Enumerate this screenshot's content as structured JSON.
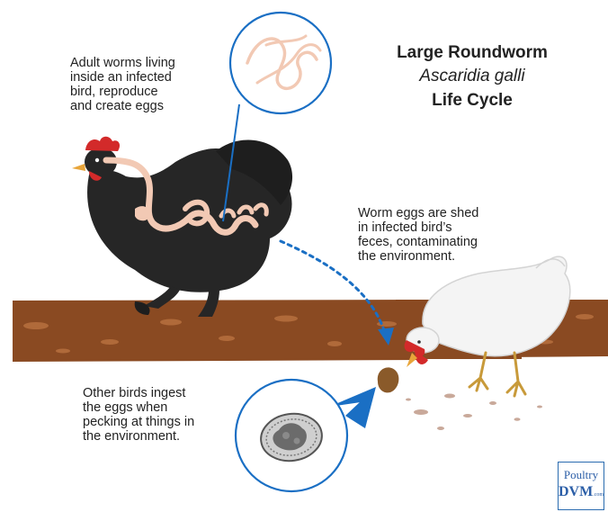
{
  "title": {
    "line1": "Large Roundworm",
    "line2": "Ascaridia galli",
    "line3": "Life Cycle"
  },
  "captions": {
    "adult_worms": [
      "Adult worms living",
      "inside an infected",
      "bird, reproduce",
      "and create eggs"
    ],
    "eggs_shed": [
      "Worm eggs are shed",
      "in infected bird’s",
      "feces, contaminating",
      "the environment."
    ],
    "ingest": [
      "Other birds ingest",
      "the eggs when",
      "pecking at things in",
      "the environment."
    ]
  },
  "logo": {
    "line1": "Poultry",
    "line2": "DVM",
    "suffix": ".com"
  },
  "colors": {
    "accent_blue": "#1a6fc4",
    "soil": "#8a4a22",
    "soil_spot": "#b06a3a",
    "worm": "#f2c9b4",
    "black_hen": "#262626",
    "white_hen": "#f4f4f4",
    "comb": "#d32a2a"
  }
}
